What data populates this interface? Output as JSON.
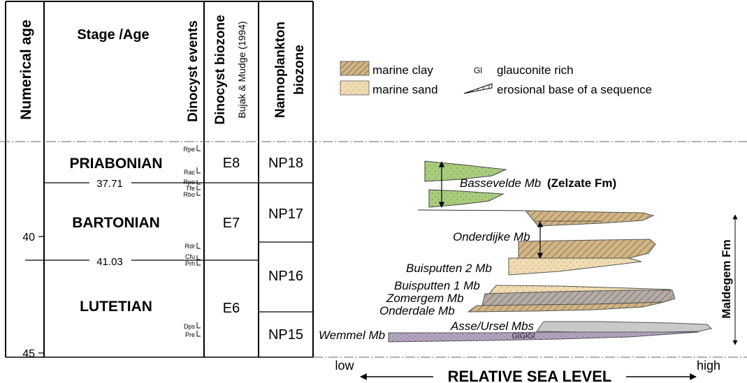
{
  "headers": {
    "numerical_age": "Numerical age",
    "stage_age": "Stage /Age",
    "dinocyst_events": "Dinocyst events",
    "dinocyst_biozone": "Dinocyst biozone",
    "dinocyst_biozone_ref": "Bujak & Mudge (1994)",
    "nannoplankton_line1": "Nannoplankton",
    "nannoplankton_line2": "biozone"
  },
  "legend": {
    "marine_clay": "marine clay",
    "marine_sand": "marine sand",
    "glauconite_symbol": "Gl",
    "glauconite": "glauconite rich",
    "erosional": "erosional base of a sequence"
  },
  "ages": {
    "tick_40": "40",
    "tick_45": "45",
    "boundary_1": "37.71",
    "boundary_2": "41.03"
  },
  "stages": [
    "PRIABONIAN",
    "BARTONIAN",
    "LUTETIAN"
  ],
  "dinocyst_events": [
    "Rpe",
    "Rac",
    "Rpo",
    "Tfe",
    "Rbo",
    "Rdr",
    "Cfu",
    "Prh",
    "Dps",
    "Pre"
  ],
  "dinocyst_zones": [
    "E8",
    "E7",
    "E6"
  ],
  "nanno_zones": [
    "NP18",
    "NP17",
    "NP16",
    "NP15"
  ],
  "units": {
    "bassevelde": "Bassevelde Mb",
    "zelzate": "(Zelzate Fm)",
    "onderdijke": "Onderdijke Mb",
    "buisputten2": "Buisputten 2 Mb",
    "buisputten1": "Buisputten 1 Mb",
    "zomergem": "Zomergem Mb",
    "onderdale": "Onderdale Mb",
    "asse_ursel": "Asse/Ursel Mbs",
    "wemmel": "Wemmel Mb",
    "maldegem": "Maldegem Fm",
    "gl_marks": "GlGlGl"
  },
  "axis": {
    "low": "low",
    "high": "high",
    "title": "RELATIVE SEA LEVEL"
  },
  "colors": {
    "green_sand": "#a8cc7c",
    "sand": "#f1dcb2",
    "clay": "#c9a979",
    "grey_clay": "#a6a19e",
    "purple": "#b2a4c0",
    "grey_tongue": "#c9c9c9"
  }
}
